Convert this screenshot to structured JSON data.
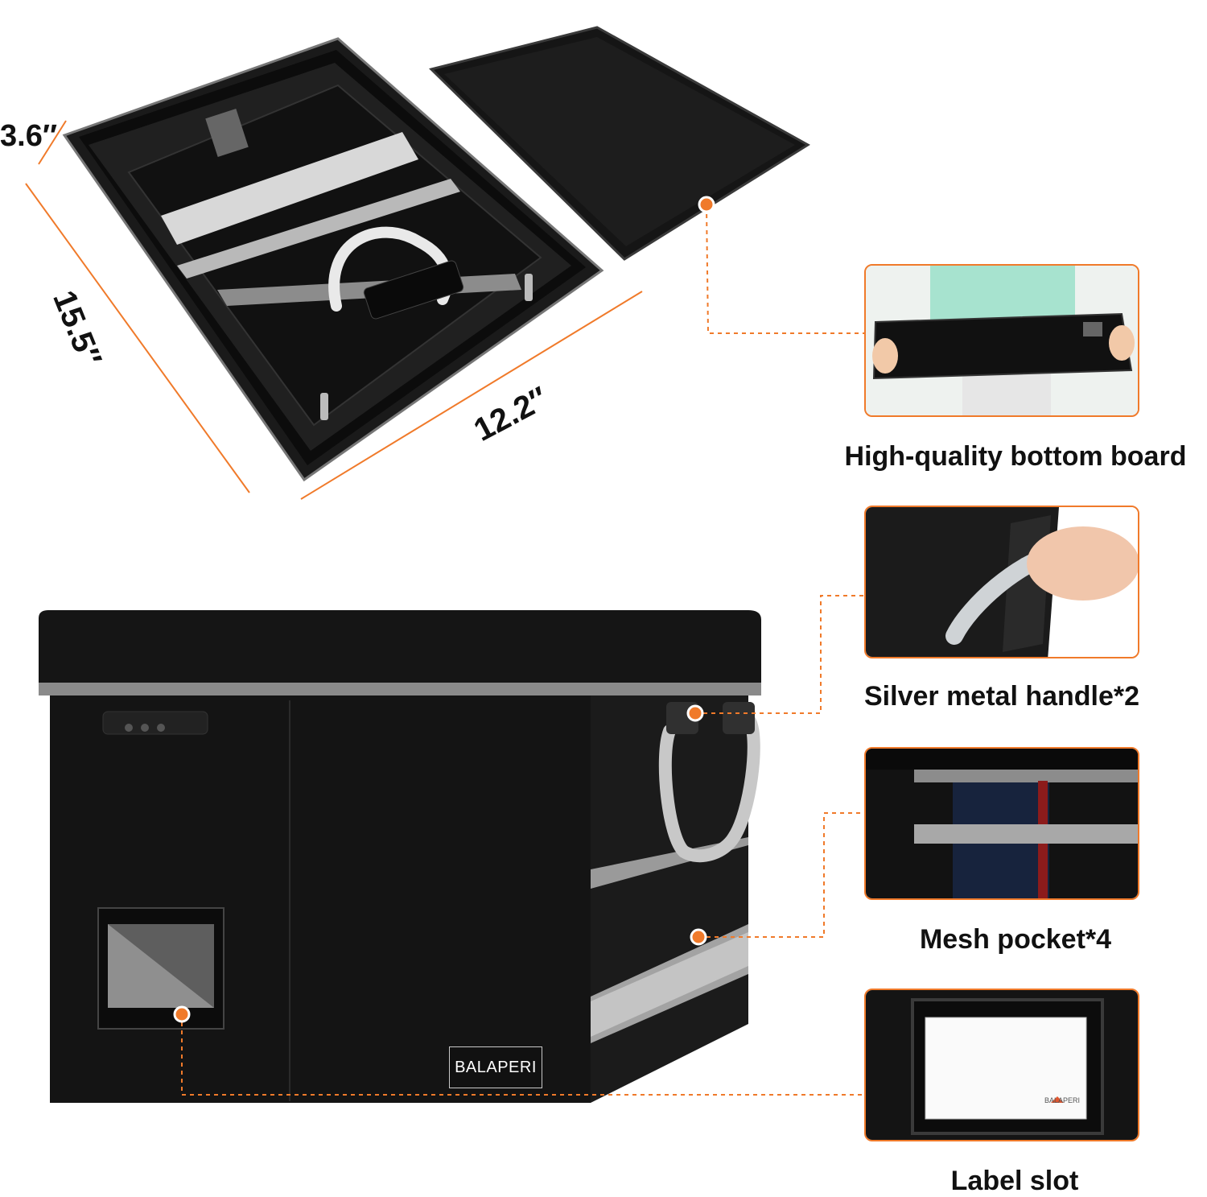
{
  "dimensions": {
    "height": "3.6″",
    "length": "15.5″",
    "width": "12.2″"
  },
  "brand": "BALAPERI",
  "features": [
    {
      "caption": "High-quality bottom board"
    },
    {
      "caption": "Silver metal handle*2"
    },
    {
      "caption": "Mesh pocket*4"
    },
    {
      "caption": "Label slot"
    }
  ],
  "colors": {
    "accent": "#f07a2a",
    "box": "#141414",
    "trim": "#8c8c8c"
  },
  "icons": [
    "callout-dot-icon",
    "zipper-icon",
    "handle-icon",
    "combination-lock-icon"
  ]
}
